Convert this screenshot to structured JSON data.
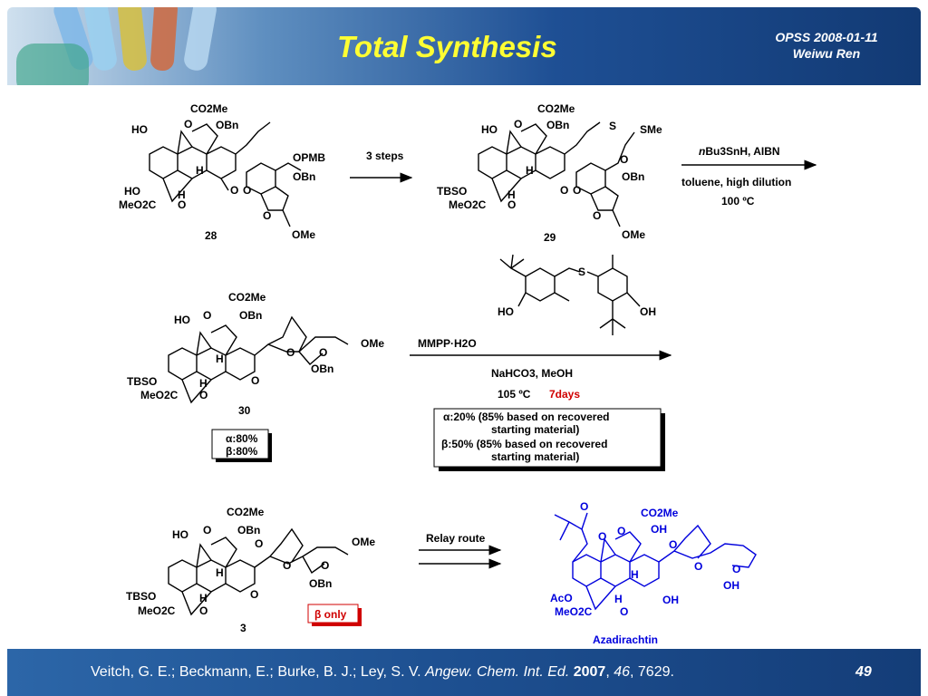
{
  "header": {
    "title": "Total Synthesis",
    "date": "OPSS 2008-01-11",
    "author": "Weiwu Ren"
  },
  "footer": {
    "authors": "Veitch, G. E.; Beckmann, E.; Burke, B. J.; Ley, S. V.",
    "journal": "Angew. Chem. Int. Ed.",
    "year": "2007",
    "volume": "46",
    "pages": "7629.",
    "page_number": "49"
  },
  "compounds": {
    "c28": "28",
    "c29": "29",
    "c30": "30",
    "c3": "3",
    "final": "Azadirachtin"
  },
  "reactions": {
    "r1": "3 steps",
    "r2_reagent": "Bu3SnH, AIBN",
    "r2_prefix": "n",
    "r2_solvent": "toluene, high dilution",
    "r2_temp": "100 ºC",
    "r3_reagent": "MMPP·H2O",
    "r3_cond": "NaHCO3, MeOH",
    "r3_temp": "105 ºC",
    "r3_time": "7days",
    "r4": "Relay route"
  },
  "yields": {
    "box30_a": "α:80%",
    "box30_b": "β:80%",
    "alpha_line1": "α:20% (85% based on recovered",
    "alpha_line2": "starting material)",
    "beta_line1": "β:50% (85% based on recovered",
    "beta_line2": "starting material)",
    "beta_only": "β only"
  },
  "labels": {
    "co2me": "CO2Me",
    "obn": "OBn",
    "ho": "HO",
    "h": "H",
    "o": "O",
    "meo2c": "MeO2C",
    "tbso": "TBSO",
    "opmb": "OPMB",
    "ome": "OMe",
    "sme": "SMe",
    "s": "S",
    "oh": "OH",
    "aco": "AcO"
  },
  "colors": {
    "header_blue": "#1a3f7a",
    "title_yellow": "#ffff33",
    "highlight_red": "#d00000",
    "product_blue": "#0000dd"
  }
}
